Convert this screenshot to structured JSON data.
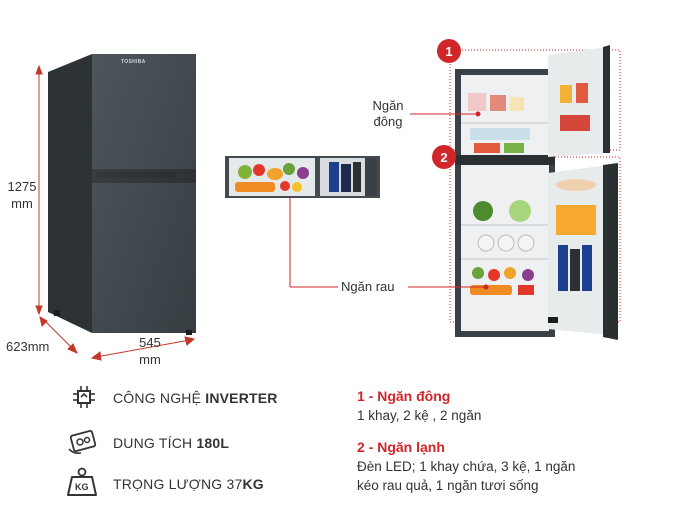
{
  "dimensions": {
    "height_value": "1275",
    "height_unit": "mm",
    "depth": "623mm",
    "width_value": "545",
    "width_unit": "mm"
  },
  "brand_text": "TOSHIBA",
  "callouts": {
    "freezer_label_line1": "Ngăn",
    "freezer_label_line2": "đông",
    "crisper_label": "Ngăn rau"
  },
  "badges": [
    "1",
    "2"
  ],
  "features": [
    {
      "icon": "inverter-chip-icon",
      "text_plain": "CÔNG NGHỆ ",
      "text_bold": "INVERTER"
    },
    {
      "icon": "capacity-icon",
      "text_plain": "DUNG TÍCH ",
      "text_bold": "180L"
    },
    {
      "icon": "weight-kg-icon",
      "text_plain": "TRỌNG LƯỢNG 37",
      "text_bold": "KG",
      "icon_text": "KG"
    }
  ],
  "compartments": [
    {
      "title": "1 - Ngăn đông",
      "desc": "1 khay, 2 kệ , 2 ngăn"
    },
    {
      "title": "2 - Ngăn lạnh",
      "desc_line1": "Đèn LED; 1 khay chứa, 3 kệ, 1 ngăn",
      "desc_line2": "kéo rau quả, 1 ngăn tươi sống"
    }
  ],
  "colors": {
    "accent_red": "#d0262a",
    "fridge_body": "#3a4146",
    "dimension_line": "#c0392b"
  }
}
